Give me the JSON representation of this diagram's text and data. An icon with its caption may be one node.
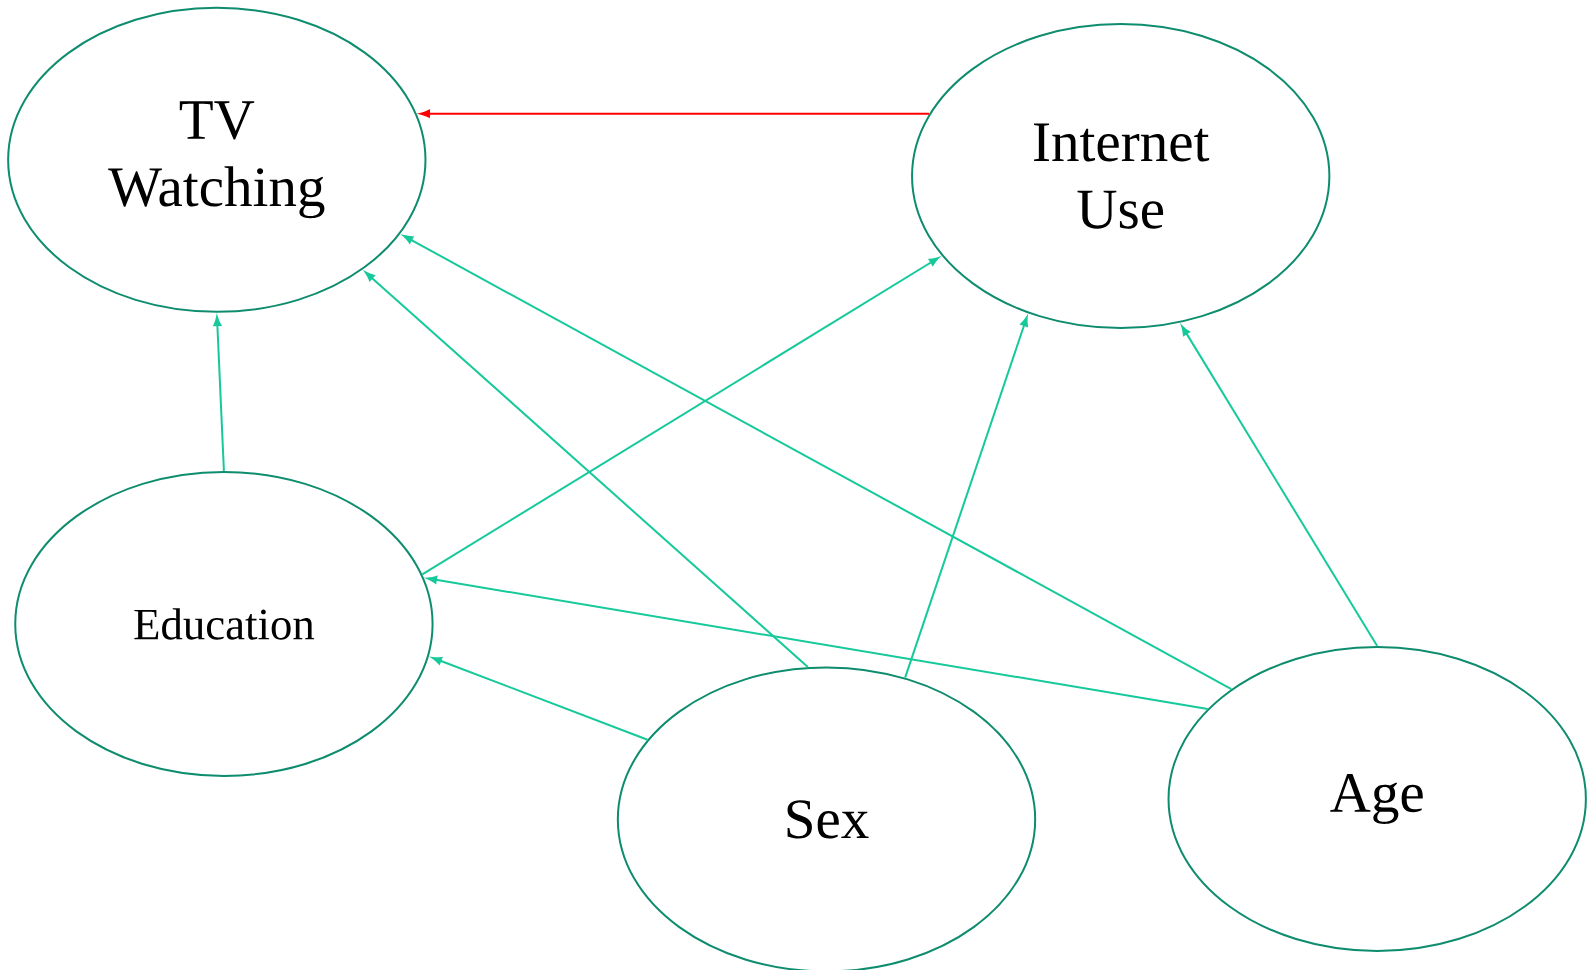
{
  "diagram": {
    "nodes": [
      {
        "text": [
          "TV Watching"
        ]
      },
      {
        "text": [
          "Internet Use"
        ]
      },
      {
        "text": [
          "Education"
        ]
      },
      {
        "text": [
          "Sex"
        ]
      },
      {
        "text": [
          "Age"
        ]
      }
    ],
    "edges": [
      {
        "from": 1,
        "to": 0,
        "arrow": "to",
        "color": "#ff0000"
      },
      {
        "from": 2,
        "to": 0,
        "arrow": "to"
      },
      {
        "from": 3,
        "to": 0,
        "arrow": "to"
      },
      {
        "from": 4,
        "to": 0,
        "arrow": "to"
      },
      {
        "from": 2,
        "to": 1,
        "arrow": "to"
      },
      {
        "from": 3,
        "to": 1,
        "arrow": "to"
      },
      {
        "from": 4,
        "to": 1,
        "arrow": "to"
      },
      {
        "from": 3,
        "to": 2,
        "arrow": "to"
      },
      {
        "from": 4,
        "to": 2,
        "arrow": "to"
      }
    ]
  }
}
